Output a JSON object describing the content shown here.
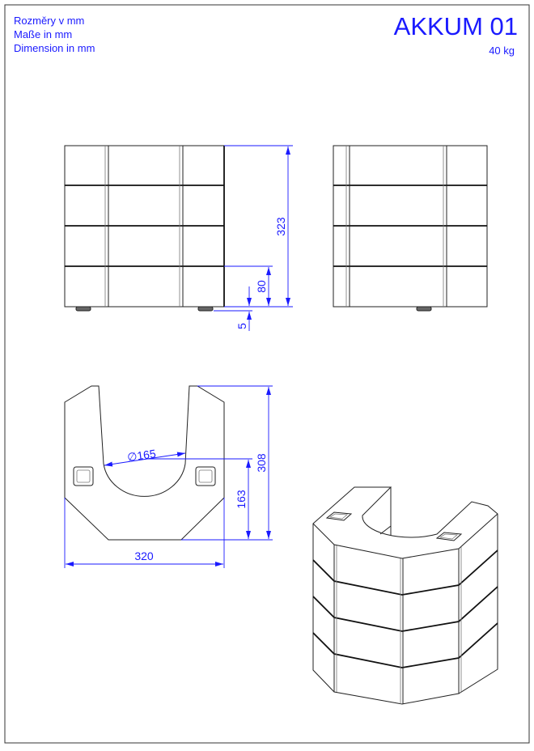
{
  "header": {
    "units_labels": [
      "Rozměry v mm",
      "Maße in mm",
      "Dimension in mm"
    ],
    "title": "AKKUM 01",
    "weight": "40 kg"
  },
  "dimensions": {
    "height_total": "323",
    "layer_height": "80",
    "foot_height": "5",
    "depth_total": "308",
    "center_to_front": "163",
    "cutout_diameter": "∅165",
    "width": "320"
  },
  "colors": {
    "dimension": "#1a1aff",
    "outline": "#222222"
  }
}
